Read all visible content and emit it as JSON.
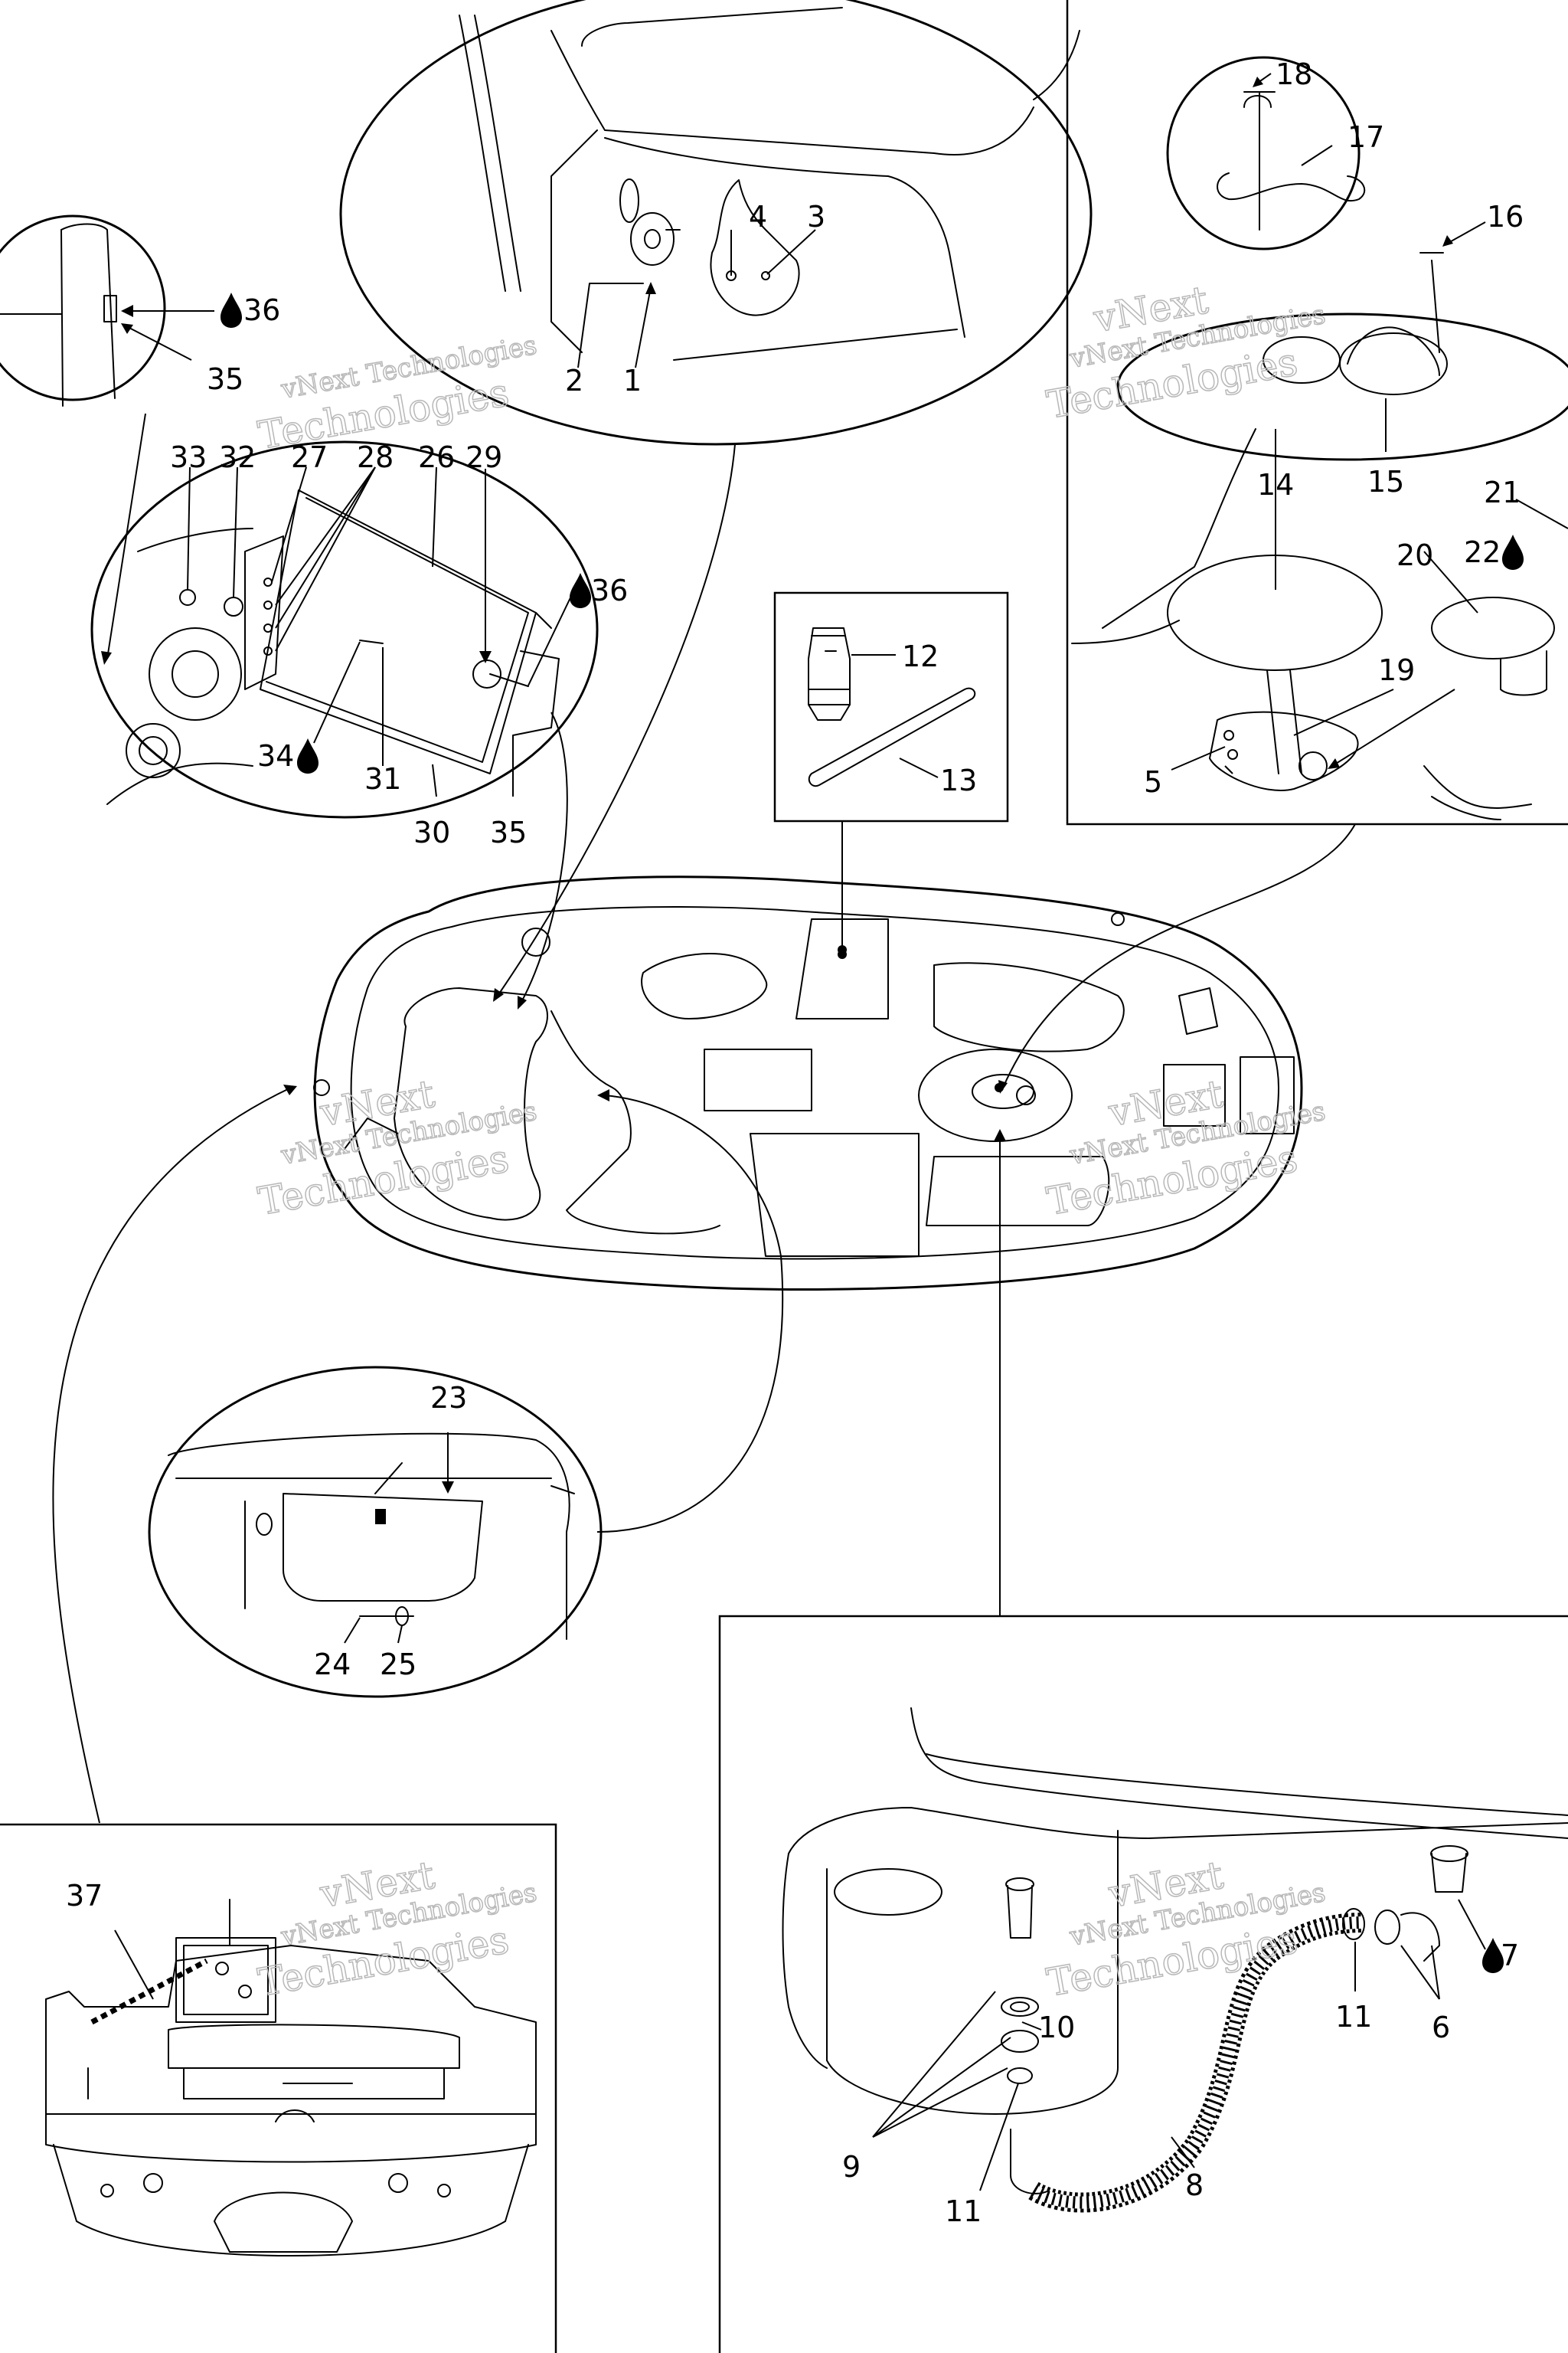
{
  "watermark": {
    "line1": "vNext Technologies",
    "line2": "Technologies",
    "line3": "vNext"
  },
  "callouts": [
    {
      "id": "c1",
      "text": "1"
    },
    {
      "id": "c2",
      "text": "2"
    },
    {
      "id": "c3",
      "text": "3"
    },
    {
      "id": "c4",
      "text": "4"
    },
    {
      "id": "c5",
      "text": "5"
    },
    {
      "id": "c6",
      "text": "6"
    },
    {
      "id": "c7",
      "text": "7"
    },
    {
      "id": "c8",
      "text": "8"
    },
    {
      "id": "c9",
      "text": "9"
    },
    {
      "id": "c10",
      "text": "10"
    },
    {
      "id": "c11a",
      "text": "11"
    },
    {
      "id": "c11b",
      "text": "11"
    },
    {
      "id": "c12",
      "text": "12"
    },
    {
      "id": "c13",
      "text": "13"
    },
    {
      "id": "c14",
      "text": "14"
    },
    {
      "id": "c15",
      "text": "15"
    },
    {
      "id": "c16",
      "text": "16"
    },
    {
      "id": "c17",
      "text": "17"
    },
    {
      "id": "c18",
      "text": "18"
    },
    {
      "id": "c19",
      "text": "19"
    },
    {
      "id": "c20",
      "text": "20"
    },
    {
      "id": "c21",
      "text": "21"
    },
    {
      "id": "c22",
      "text": "22"
    },
    {
      "id": "c23",
      "text": "23"
    },
    {
      "id": "c24",
      "text": "24"
    },
    {
      "id": "c25",
      "text": "25"
    },
    {
      "id": "c26",
      "text": "26"
    },
    {
      "id": "c27",
      "text": "27"
    },
    {
      "id": "c28",
      "text": "28"
    },
    {
      "id": "c29",
      "text": "29"
    },
    {
      "id": "c30",
      "text": "30"
    },
    {
      "id": "c31",
      "text": "31"
    },
    {
      "id": "c32",
      "text": "32"
    },
    {
      "id": "c33",
      "text": "33"
    },
    {
      "id": "c34",
      "text": "34"
    },
    {
      "id": "c35a",
      "text": "35"
    },
    {
      "id": "c35b",
      "text": "35"
    },
    {
      "id": "c36a",
      "text": "36"
    },
    {
      "id": "c36b",
      "text": "36"
    },
    {
      "id": "c37",
      "text": "37"
    }
  ],
  "icons": {
    "sealant": "drop-icon"
  }
}
